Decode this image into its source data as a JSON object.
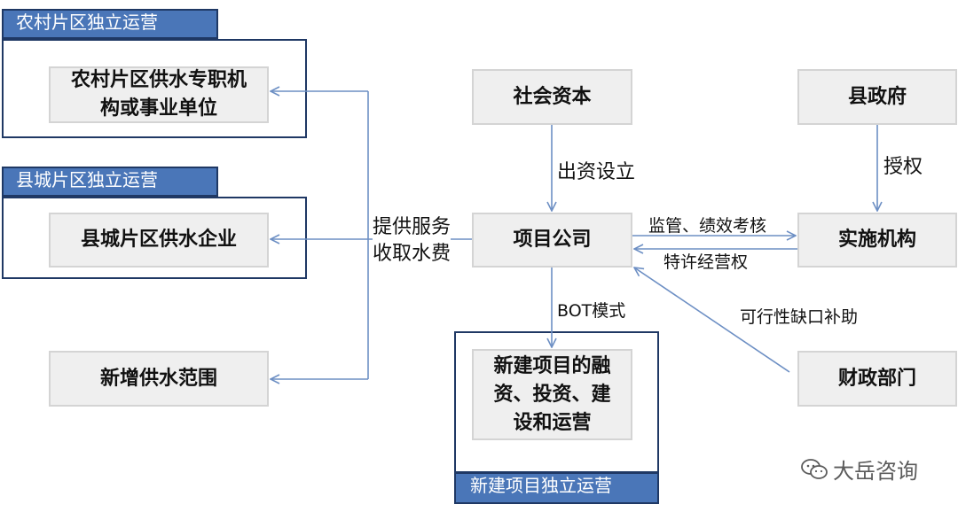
{
  "zones": {
    "rural": "农村片区独立运营",
    "county": "县城片区独立运营",
    "new_project": "新建项目独立运营"
  },
  "boxes": {
    "rural_unit": "农村片区供水专职机\n构或事业单位",
    "county_enterprise": "县城片区供水企业",
    "new_supply_scope": "新增供水范围",
    "social_capital": "社会资本",
    "county_gov": "县政府",
    "project_company": "项目公司",
    "implementing_agency": "实施机构",
    "new_project_tasks": "新建项目的融\n资、投资、建\n设和运营",
    "finance_dept": "财政部门"
  },
  "labels": {
    "service": "提供服务\n收取水费",
    "capital_setup": "出资设立",
    "authorize": "授权",
    "supervision": "监管、绩效考核",
    "franchise": "特许经营权",
    "bot": "BOT模式",
    "subsidy": "可行性缺口补助"
  },
  "watermark": "大岳咨询",
  "colors": {
    "arrow": "#6d8fc4",
    "frame": "#1f3864",
    "tab": "#4a76b8"
  }
}
